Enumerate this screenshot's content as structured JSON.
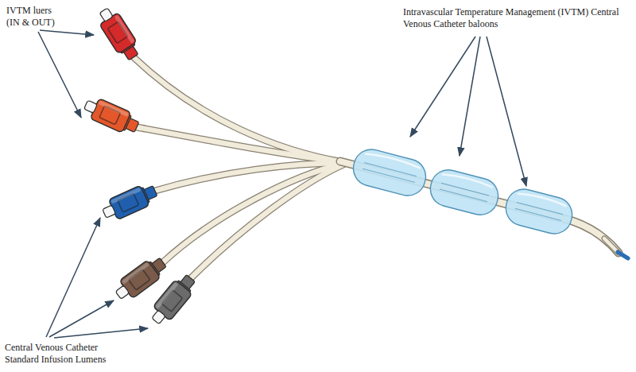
{
  "diagram": {
    "labels": [
      "IVTM luers (IN & OUT)",
      "Intravascular Temperature Management (IVTM) Central Venous Catheter baloons",
      "Central Venous Catheter Standard Infusion Lumens"
    ]
  }
}
